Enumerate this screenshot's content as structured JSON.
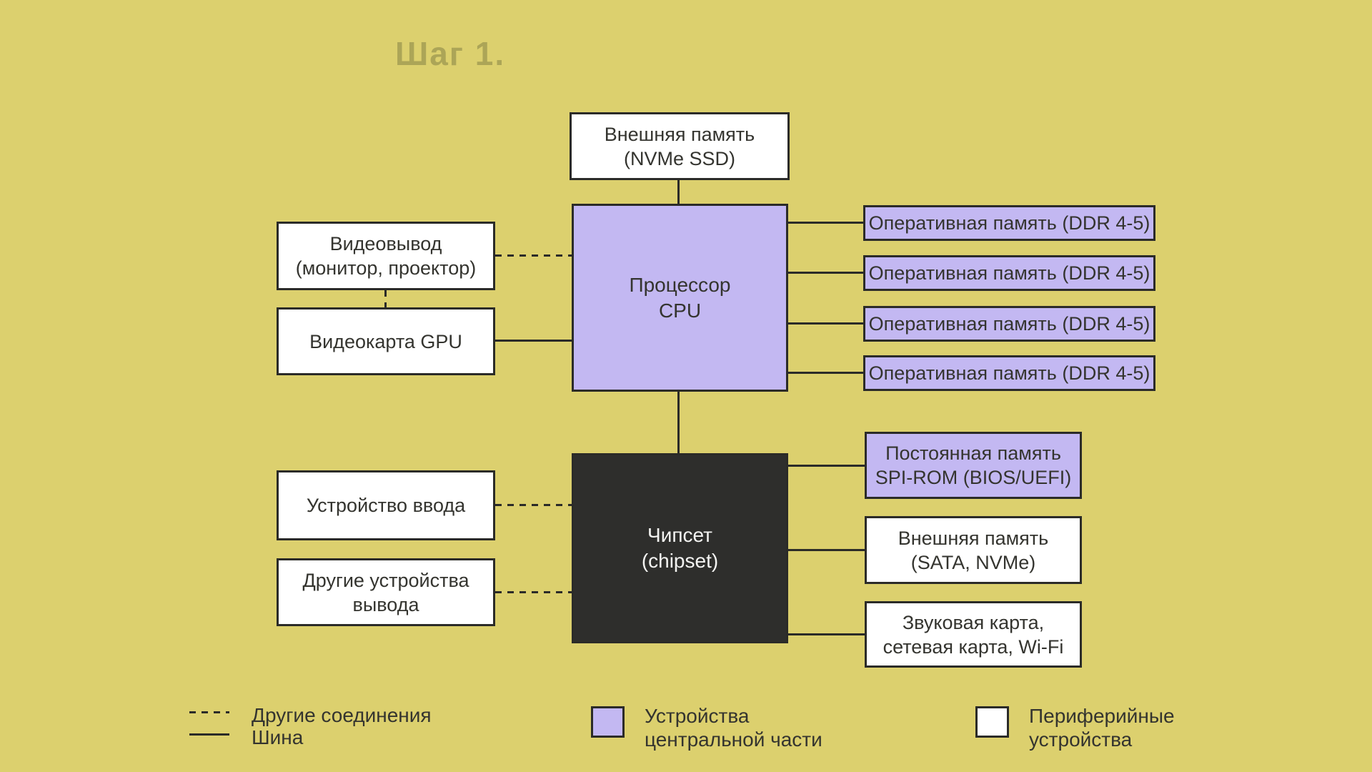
{
  "watermark": "Шаг 1.",
  "nodes": {
    "external_memory_top": "Внешняя память\n(NVMe SSD)",
    "cpu": "Процессор\nCPU",
    "video_output": "Видеовывод\n(монитор, проектор)",
    "gpu": "Видеокарта GPU",
    "ram": [
      "Оперативная память (DDR 4-5)",
      "Оперативная память (DDR 4-5)",
      "Оперативная память (DDR 4-5)",
      "Оперативная память (DDR 4-5)"
    ],
    "chipset": "Чипсет\n(chipset)",
    "input_device": "Устройство ввода",
    "other_output_devices": "Другие устройства\nвывода",
    "rom": "Постоянная память\nSPI-ROM (BIOS/UEFI)",
    "external_memory_bottom": "Внешняя память\n(SATA, NVMe)",
    "sound_network_card": "Звуковая карта,\nсетевая карта, Wi-Fi"
  },
  "legend": {
    "dashed": "Другие соединения",
    "solid": "Шина",
    "central": "Устройства\nцентральной части",
    "peripheral": "Периферийные\nустройства"
  },
  "colors": {
    "background": "#dcd06e",
    "central_fill": "#c3b8f2",
    "peripheral_fill": "#ffffff",
    "chipset_fill": "#2e2e2c",
    "line": "#2b2b28",
    "text": "#34342f"
  }
}
